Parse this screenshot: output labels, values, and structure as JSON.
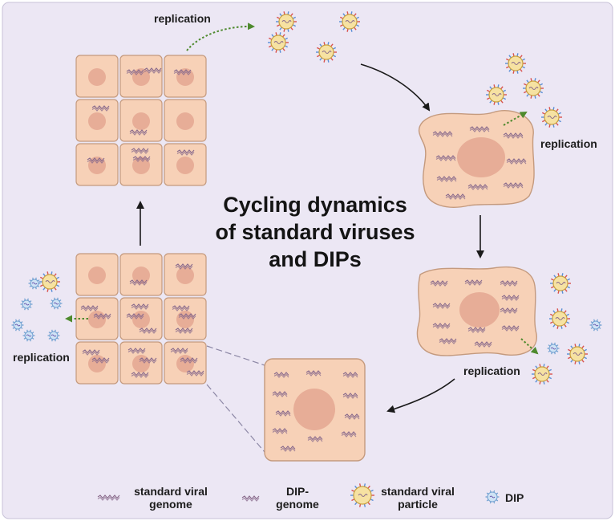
{
  "title": {
    "line1": "Cycling dynamics",
    "line2": "of standard viruses",
    "line3": "and DIPs"
  },
  "process_labels": {
    "top_left": "replication",
    "right_upper": "replication",
    "right_lower": "replication",
    "left": "replication"
  },
  "legend": {
    "standard_genome_line1": "standard viral",
    "standard_genome_line2": "genome",
    "dip_genome_line1": "DIP-",
    "dip_genome_line2": "genome",
    "standard_particle_line1": "standard viral",
    "standard_particle_line2": "particle",
    "dip": "DIP"
  },
  "colors": {
    "background": "#ece7f4",
    "cell_fill": "#f7d1b7",
    "cell_stroke": "#c49a7e",
    "nucleus": "#e7ad97",
    "standard_genome": "#8a6b8c",
    "dip_genome": "#5a3fa0",
    "virus_fill": "#f6e2a2",
    "virus_stroke": "#c9a13e",
    "virus_spike_a": "#d9534f",
    "virus_spike_b": "#5b8fd6",
    "dip_fill": "#cfe3f5",
    "dip_stroke": "#6f9fd0",
    "green_arrow": "#4e8a2e",
    "black_arrow": "#1a1a1a",
    "dash": "#8d88a6"
  }
}
